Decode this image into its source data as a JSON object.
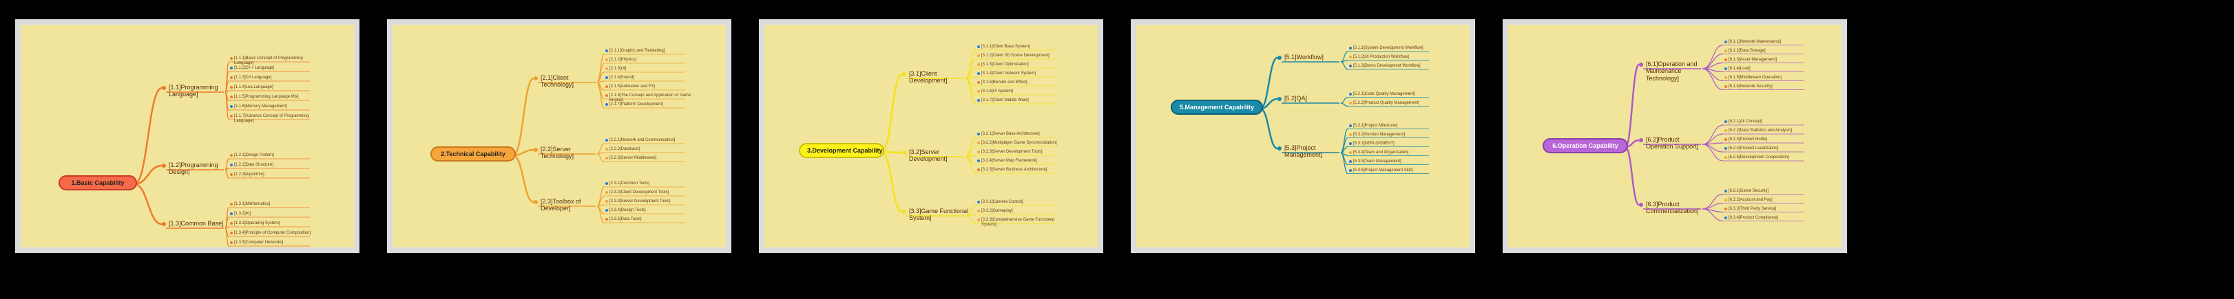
{
  "maps": [
    {
      "root": "1.Basic Capability",
      "color": "#f07a2a",
      "branches": [
        {
          "label": "[1.1]Programming Language]",
          "leaves": [
            "[1.1.1]Basic Concept of Programming Language]",
            "[1.1.2]C++ Language]",
            "[1.1.3]C# Language]",
            "[1.1.4]Lua Language]",
            "[1.1.5]Programming Language Mix]",
            "[1.1.6]Memory Management]",
            "[1.1.7]Advance Concept of Programming Language]"
          ]
        },
        {
          "label": "[1.2]Programming Design]",
          "leaves": [
            "[1.2.1]Design Pattern]",
            "[1.2.2]Data Structure]",
            "[1.2.3]Algorithm]"
          ]
        },
        {
          "label": "[1.3]Common Base]",
          "leaves": [
            "[1.3.1]Mathematics]",
            "[1.3.2]AI]",
            "[1.3.3]Operating System]",
            "[1.3.4]Principle of Computer Composition]",
            "[1.3.5]Computer Networks]"
          ]
        }
      ]
    },
    {
      "root": "2.Technical Capability",
      "color": "#f0a030",
      "branches": [
        {
          "label": "[2.1]Client Technology]",
          "leaves": [
            "[2.1.1]Graphic and Rendering]",
            "[2.1.2]Physics]",
            "[2.1.3]UI]",
            "[2.1.4]Sound]",
            "[2.1.5]Animation and FX]",
            "[2.1.6]The Concept and Application of Game Engine]",
            "[2.1.7]Platform Development]"
          ]
        },
        {
          "label": "[2.2]Server Technology]",
          "leaves": [
            "[2.2.1]Network and Communication]",
            "[2.2.2]Database]",
            "[2.2.3]Server Middleware]"
          ]
        },
        {
          "label": "[2.3]Toolbox of Developer]",
          "leaves": [
            "[2.3.1]Common Tools]",
            "[2.3.2]Client Development Tools]",
            "[2.3.3]Server Development Tools]",
            "[2.3.4]Design Tools]",
            "[2.3.5]Data Tools]"
          ]
        }
      ]
    },
    {
      "root": "3.Development Capability",
      "color": "#f5e21a",
      "branches": [
        {
          "label": "[3.1]Client Development]",
          "leaves": [
            "[3.1.1]Client Base System]",
            "[3.1.2]Client 3D Scene Development]",
            "[3.1.3]Client Optimization]",
            "[3.1.4]Client Network System]",
            "[3.1.5]Render and Effect]",
            "[3.1.6]UI System]",
            "[3.1.7]Client Middle Ware]"
          ]
        },
        {
          "label": "[3.2]Server Development]",
          "leaves": [
            "[3.2.1]Server Base Architecture]",
            "[3.2.2]Multiplayer Game Synchronization]",
            "[3.2.3]Server Development Tools]",
            "[3.2.4]Server Map Framework]",
            "[3.2.5]Server Business Architecture]"
          ]
        },
        {
          "label": "[3.3]Game Functional System]",
          "leaves": [
            "[3.3.1]Camera Control]",
            "[3.3.2]Gameplay]",
            "[3.3.3]Comprehensive Game Functional System]"
          ]
        }
      ]
    },
    {
      "root": "5.Management Capability",
      "color": "#1a8aa8",
      "branches": [
        {
          "label": "[5.1]Workflow]",
          "leaves": [
            "[5.1.1]System Development Workflow]",
            "[5.1.2]UI Production Workflow]",
            "[5.1.3]Demo Development Workflow]"
          ]
        },
        {
          "label": "[5.2]QA]",
          "leaves": [
            "[5.2.1]Code Quality Management]",
            "[5.2.2]Product Quality Management]"
          ]
        },
        {
          "label": "[5.3]Project Management]",
          "leaves": [
            "[5.3.1]Project Milestone]",
            "[5.3.2]Version Management]",
            "[5.3.3]DEPLOYMENT]",
            "[5.3.4]Team and Organization]",
            "[5.3.5]Team Management]",
            "[5.3.6]Project Management Skill]"
          ]
        }
      ]
    },
    {
      "root": "6.Operation Capability",
      "color": "#b05ac8",
      "branches": [
        {
          "label": "[6.1]Operation and Maintenance Technology]",
          "leaves": [
            "[6.1.1]Network Maintenance]",
            "[6.1.2]Data Storage]",
            "[6.1.3]Asset Management]",
            "[6.1.4]Load]",
            "[6.1.5]Middleware Operation]",
            "[6.1.6]Network Security]"
          ]
        },
        {
          "label": "[6.2]Product Operation Support]",
          "leaves": [
            "[6.2.1]All Concept]",
            "[6.2.2]Data Statistics and Analysis]",
            "[6.2.3]Product Hotfix]",
            "[6.2.4]Product Localization]",
            "[6.2.5]Development Cooperation]"
          ]
        },
        {
          "label": "[6.3]Product Commercialization]",
          "leaves": [
            "[6.3.1]Game Security]",
            "[6.3.2]Account and Pay]",
            "[6.3.3]Third Party Service]",
            "[6.3.4]Product Compliance]"
          ]
        }
      ]
    }
  ]
}
